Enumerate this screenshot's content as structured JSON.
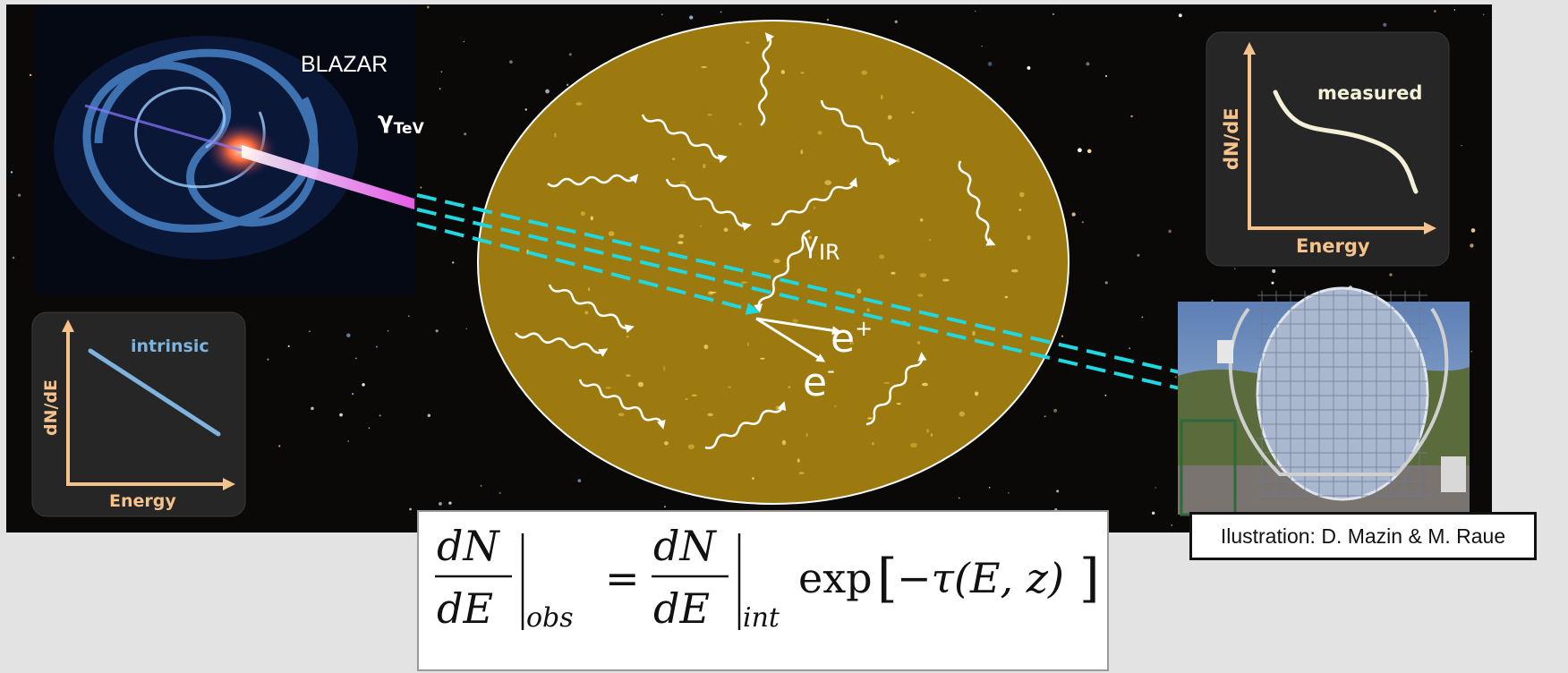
{
  "blazar": {
    "label": "BLAZAR",
    "gamma_symbol": "γ",
    "gamma_subscript": "TeV"
  },
  "ebl": {
    "gamma_symbol": "γ",
    "gamma_subscript": "IR",
    "positron": "e",
    "positron_sup": "+",
    "electron": "e",
    "electron_sup": "-"
  },
  "intrinsic_plot": {
    "ylabel": "dN/dE",
    "xlabel": "Energy",
    "curve_label": "intrinsic",
    "curve_color": "#7fb3dd"
  },
  "measured_plot": {
    "ylabel": "dN/dE",
    "xlabel": "Energy",
    "curve_label": "measured",
    "curve_color": "#f4f0d8"
  },
  "credit": {
    "text": "Ilustration: D. Mazin & M. Raue"
  },
  "formula": {
    "numerator": "dN",
    "denominator": "dE",
    "obs_subscript": "obs",
    "equals": "=",
    "int_subscript": "int",
    "exp_text": "exp",
    "bracket_content": "−τ(E, z)"
  },
  "colors": {
    "axis": "#f4c28a",
    "sky": "#0a0908",
    "ebl_fill": "#9c7a10",
    "ray": "#1fd8e0"
  }
}
